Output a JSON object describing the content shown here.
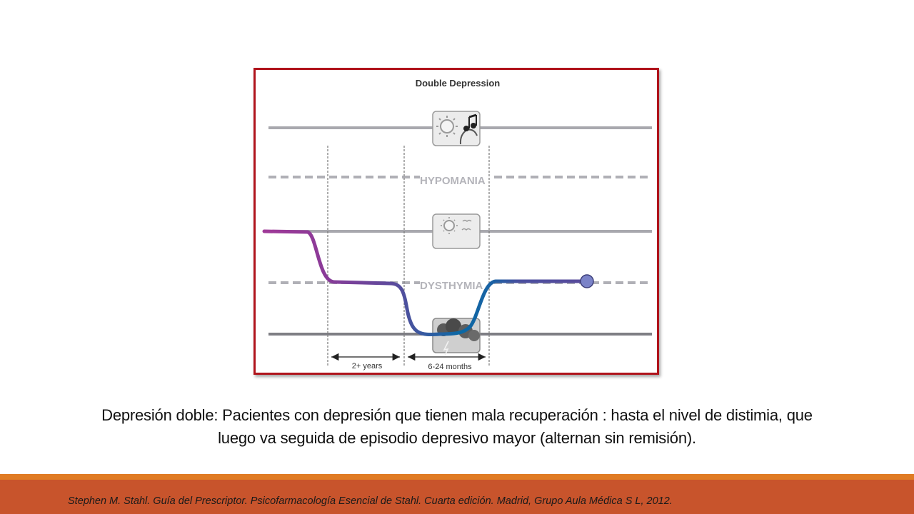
{
  "figure": {
    "title": "Double Depression",
    "labels": {
      "hypomania": "HYPOMANIA",
      "dysthymia": "DYSTHYMIA"
    },
    "durations": {
      "first": "2+ years",
      "second": "6-24 months"
    },
    "colors": {
      "frame": "#b0141c",
      "mood_start": "#a03a98",
      "mood_mid": "#5b4b9c",
      "mood_low": "#0a68a4",
      "endpoint": "#7b83c8"
    },
    "icons": [
      "sun-music-icon",
      "sun-birds-icon",
      "storm-cloud-icon"
    ]
  },
  "caption": {
    "line1": "Depresión doble: Pacientes con depresión que tienen mala recuperación : hasta el nivel de distimia, que",
    "line2": "luego va seguida de episodio depresivo mayor (alternan sin remisión)."
  },
  "footer": {
    "citation": "Stephen M. Stahl. Guía del Prescriptor. Psicofarmacología Esencial de Stahl. Cuarta edición. Madrid, Grupo Aula Médica S L, 2012."
  }
}
